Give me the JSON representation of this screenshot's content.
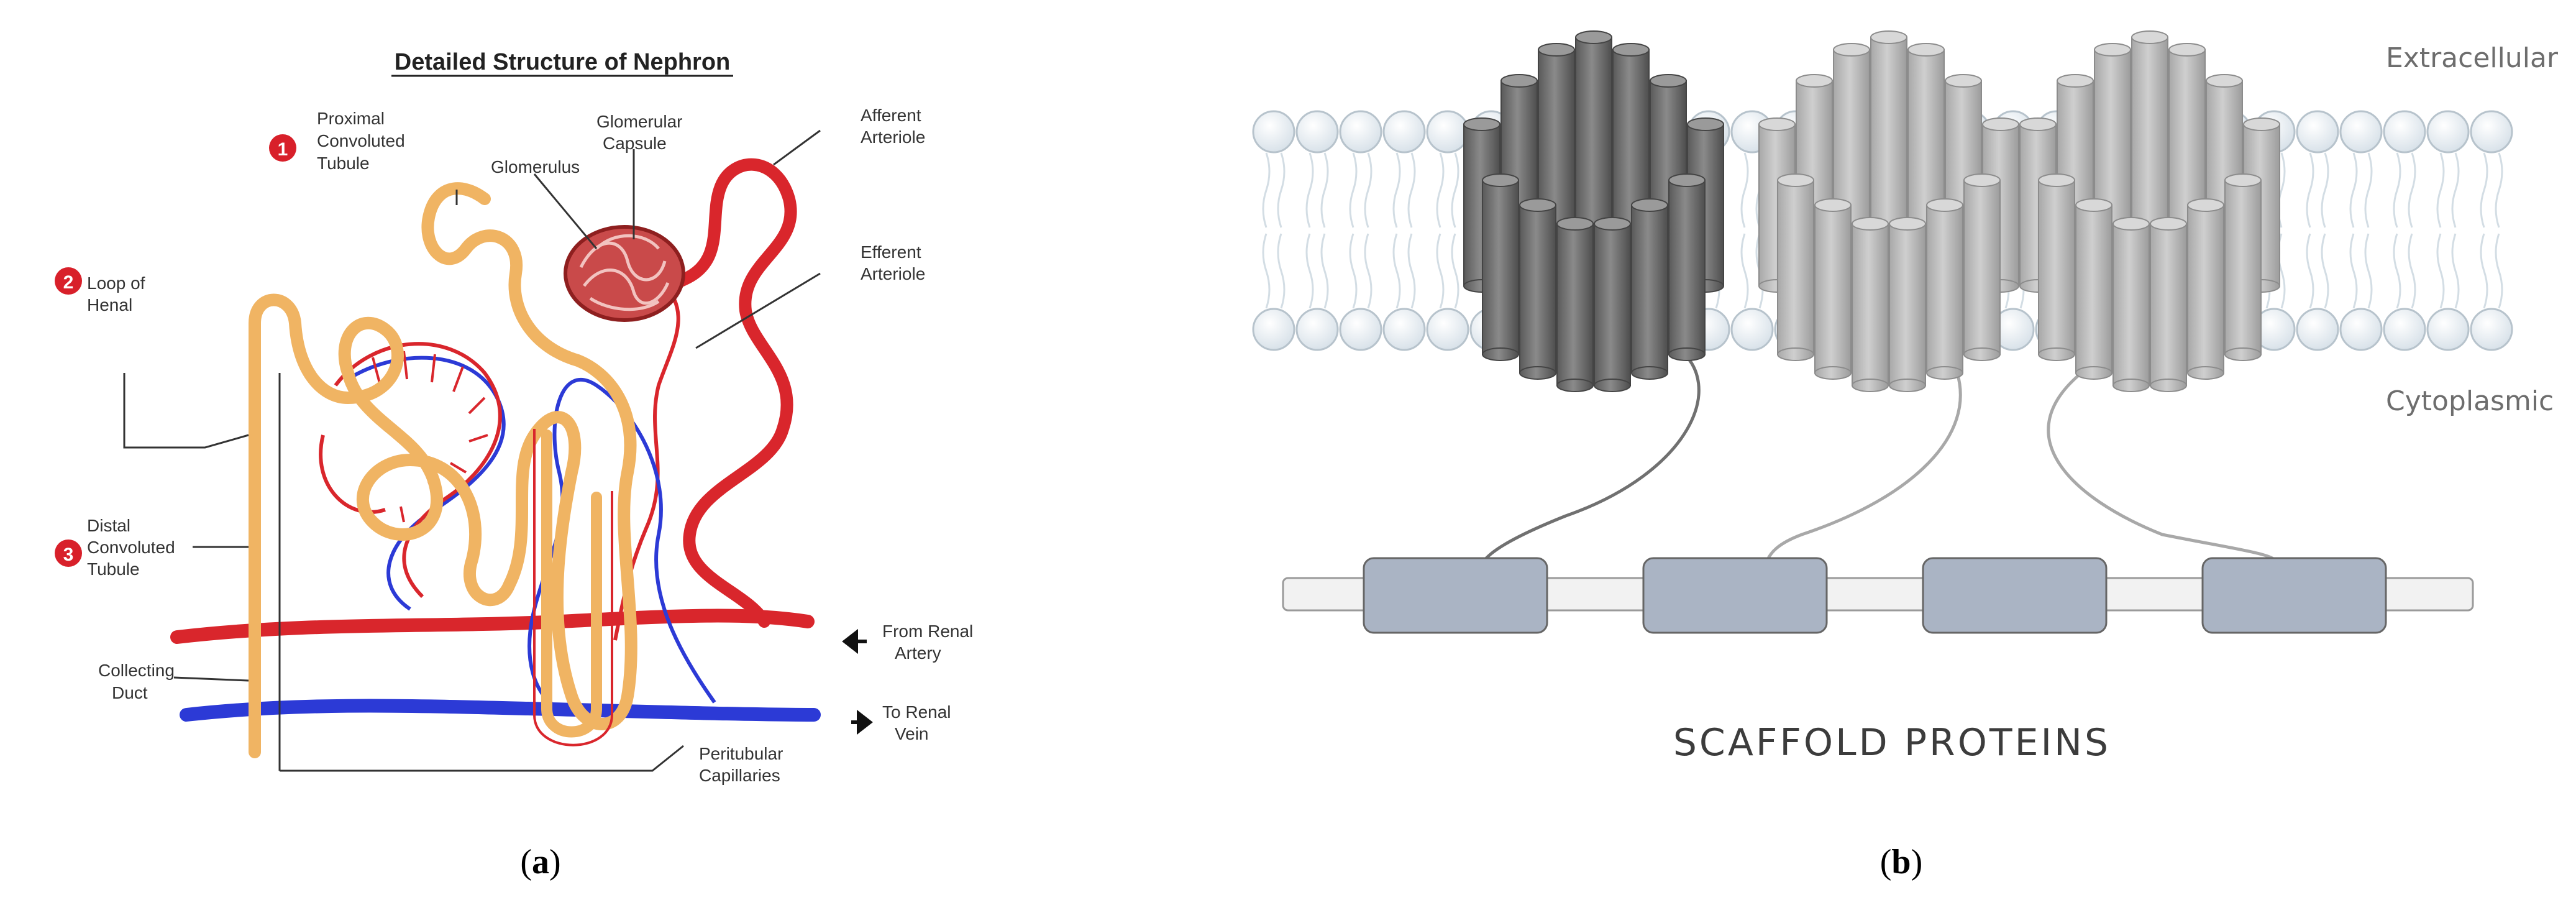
{
  "panel_a": {
    "title": "Detailed Structure of Nephron",
    "markers": [
      "1",
      "2",
      "3"
    ],
    "labels": {
      "pct": [
        "Proximal",
        "Convoluted",
        "Tubule"
      ],
      "glomerulus": "Glomerulus",
      "capsule": [
        "Glomerular",
        "Capsule"
      ],
      "afferent": [
        "Afferent",
        "Arteriole"
      ],
      "efferent": [
        "Efferent",
        "Arteriole"
      ],
      "loop": [
        "Loop of",
        "Henal"
      ],
      "dct": [
        "Distal",
        "Convoluted",
        "Tubule"
      ],
      "collecting": [
        "Collecting",
        "Duct"
      ],
      "from_artery": [
        "From Renal",
        "Artery"
      ],
      "to_vein": [
        "To Renal",
        "Vein"
      ],
      "peritubular": [
        "Peritubular",
        "Capillaries"
      ]
    },
    "caption": [
      "(",
      "a",
      ")"
    ]
  },
  "panel_b": {
    "extracellular": "Extracellular",
    "cytoplasmic": "Cytoplasmic",
    "scaffold": "SCAFFOLD PROTEINS",
    "caption": [
      "(",
      "b",
      ")"
    ]
  },
  "colors": {
    "tubule": "#f0b463",
    "artery": "#d9262c",
    "vein": "#2c3ad6",
    "marker": "#d8202a",
    "channel_dark": "#6e6e6e",
    "channel_light": "#b4b4b4",
    "lipid": "#e8eef3",
    "scaffold_box": "#aab4c4"
  }
}
